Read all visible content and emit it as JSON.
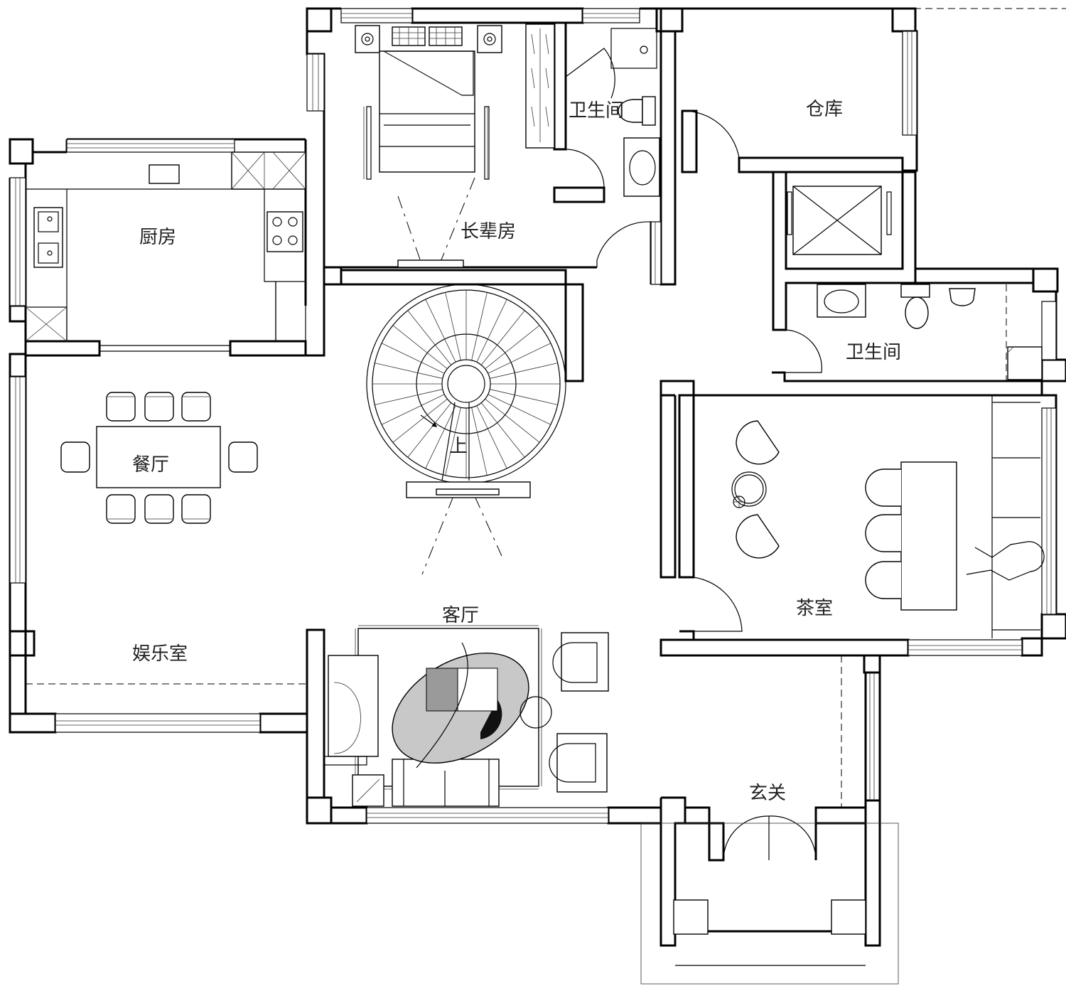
{
  "rooms": {
    "kitchen": "厨房",
    "elder_room": "长辈房",
    "bathroom_1": "卫生间",
    "storage": "仓库",
    "bathroom_2": "卫生间",
    "dining": "餐厅",
    "stairs_up": "上",
    "tea_room": "茶室",
    "living": "客厅",
    "entertainment": "娱乐室",
    "entrance": "玄关"
  },
  "colors": {
    "line": "#000000",
    "background": "#ffffff",
    "rug_grey": "#c8c8c8",
    "rug_dark": "#111111",
    "rug_mid": "#9a9a9a"
  }
}
